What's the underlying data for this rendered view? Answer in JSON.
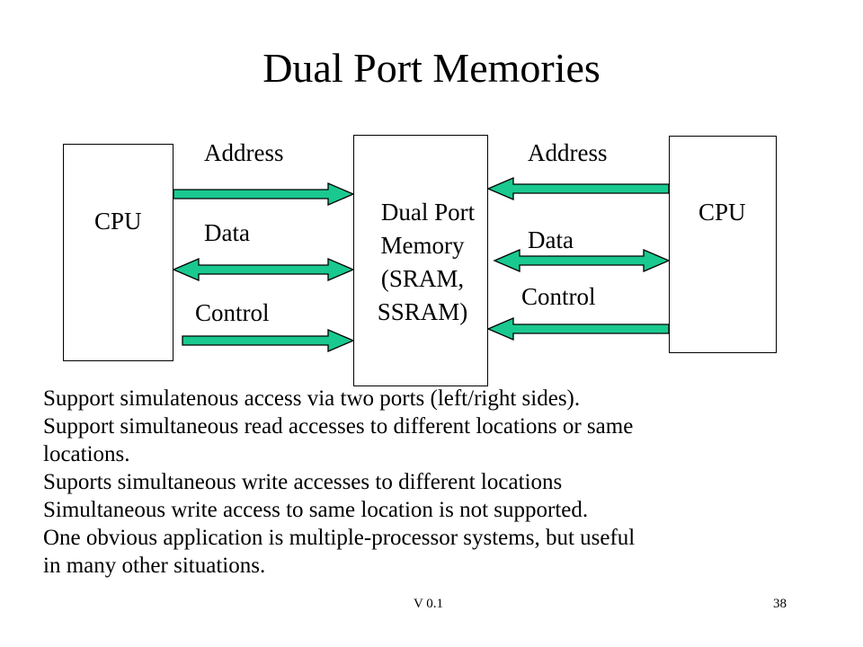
{
  "title": "Dual Port Memories",
  "left_cpu": "CPU",
  "right_cpu": "CPU",
  "memory_lines": [
    "Dual Port",
    "Memory",
    "(SRAM,",
    "SSRAM)"
  ],
  "left_signals": {
    "address": "Address",
    "data": "Data",
    "control": "Control"
  },
  "right_signals": {
    "address": "Address",
    "data": "Data",
    "control": "Control"
  },
  "arrow_color": "#19c98f",
  "body_lines": [
    "Support simulatenous access via two ports (left/right sides).",
    "Support simultaneous read accesses to different locations or same",
    "locations.",
    "Suports simultaneous write accesses to different locations",
    "Simultaneous write access to same location is not supported.",
    "One obvious application is multiple-processor systems, but useful",
    "in many other situations."
  ],
  "footer": {
    "version": "V 0.1",
    "page": "38"
  }
}
